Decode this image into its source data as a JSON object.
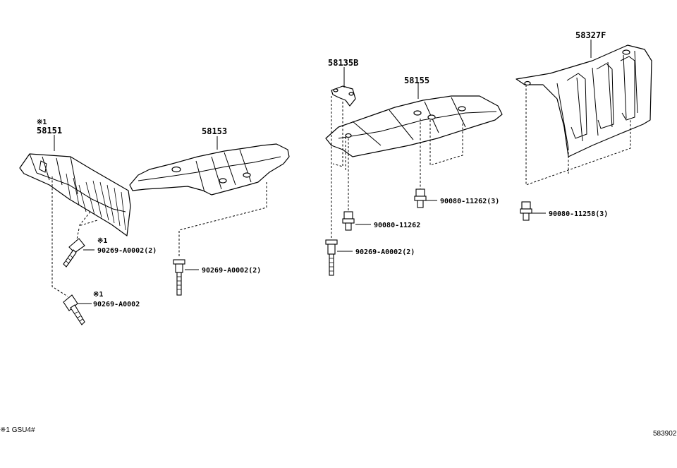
{
  "parts": {
    "p58151": "58151",
    "p58153": "58153",
    "p58135b": "58135B",
    "p58155": "58155",
    "p58327f": "58327F"
  },
  "fasteners": {
    "f1": "90269-A0002(2)",
    "f2": "90269-A0002",
    "f3": "90269-A0002(2)",
    "f4": "90080-11262",
    "f5": "90269-A0002(2)",
    "f6": "90080-11262(3)",
    "f7": "90080-11258(3)"
  },
  "notes": {
    "mark": "※1"
  },
  "footer": {
    "note": "※1 GSU4#",
    "code": "583902"
  }
}
